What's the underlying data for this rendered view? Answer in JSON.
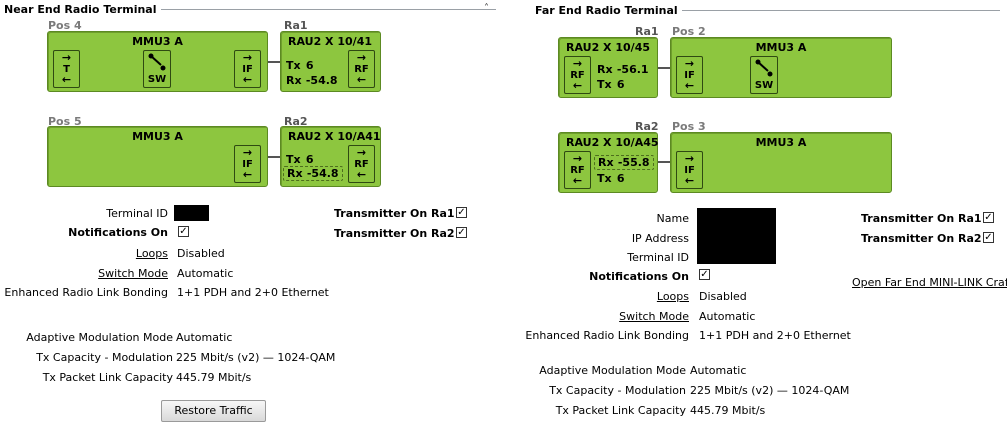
{
  "near": {
    "title": "Near End Radio Terminal",
    "collapse_icon": "chevron-up-icon",
    "pos4": "Pos 4",
    "pos5": "Pos 5",
    "ra1": "Ra1",
    "ra2": "Ra2",
    "mmu_top": {
      "title": "MMU3 A",
      "t_btn": "T",
      "sw_btn": "SW",
      "if_btn": "IF"
    },
    "rau_top": {
      "title": "RAU2 X 10/41",
      "tx_k": "Tx",
      "tx_v": "6",
      "rx_k": "Rx",
      "rx_v": "-54.8",
      "rf_btn": "RF"
    },
    "mmu_bot": {
      "title": "MMU3 A",
      "if_btn": "IF"
    },
    "rau_bot": {
      "title": "RAU2 X 10/A41",
      "tx_k": "Tx",
      "tx_v": "6",
      "rx_k": "Rx",
      "rx_v": "-54.8",
      "rf_btn": "RF"
    },
    "terminal_id_label": "Terminal ID",
    "notifications_label": "Notifications On",
    "loops_label": "Loops",
    "loops_value": "Disabled",
    "switch_mode_label": "Switch Mode",
    "switch_mode_value": "Automatic",
    "bonding_label": "Enhanced Radio Link Bonding",
    "bonding_value": "1+1 PDH and 2+0 Ethernet",
    "adaptive_label": "Adaptive Modulation Mode",
    "adaptive_value": "Automatic",
    "txcap_label": "Tx Capacity - Modulation",
    "txcap_value": "225 Mbit/s (v2) — 1024-QAM",
    "txpkt_label": "Tx Packet Link Capacity",
    "txpkt_value": "445.79 Mbit/s",
    "tx_on_ra1": "Transmitter On Ra1",
    "tx_on_ra2": "Transmitter On Ra2",
    "restore_button": "Restore Traffic"
  },
  "far": {
    "title": "Far End Radio Terminal",
    "ra1": "Ra1",
    "ra2": "Ra2",
    "pos2": "Pos 2",
    "pos3": "Pos 3",
    "rau_top": {
      "title": "RAU2 X 10/45",
      "rx_k": "Rx",
      "rx_v": "-56.1",
      "tx_k": "Tx",
      "tx_v": "6",
      "rf_btn": "RF"
    },
    "mmu_top": {
      "title": "MMU3 A",
      "if_btn": "IF",
      "sw_btn": "SW"
    },
    "rau_bot": {
      "title": "RAU2 X 10/A45",
      "rx_k": "Rx",
      "rx_v": "-55.8",
      "tx_k": "Tx",
      "tx_v": "6",
      "rf_btn": "RF"
    },
    "mmu_bot": {
      "title": "MMU3 A",
      "if_btn": "IF"
    },
    "name_label": "Name",
    "ip_label": "IP Address",
    "terminal_id_label": "Terminal ID",
    "notifications_label": "Notifications On",
    "loops_label": "Loops",
    "loops_value": "Disabled",
    "switch_mode_label": "Switch Mode",
    "switch_mode_value": "Automatic",
    "bonding_label": "Enhanced Radio Link Bonding",
    "bonding_value": "1+1 PDH and 2+0 Ethernet",
    "adaptive_label": "Adaptive Modulation Mode",
    "adaptive_value": "Automatic",
    "txcap_label": "Tx Capacity - Modulation",
    "txcap_value": "225 Mbit/s (v2) — 1024-QAM",
    "txpkt_label": "Tx Packet Link Capacity",
    "txpkt_value": "445.79 Mbit/s",
    "tx_on_ra1": "Transmitter On Ra1",
    "tx_on_ra2": "Transmitter On Ra2",
    "open_craft_link": "Open Far End MINI-LINK Craft"
  },
  "glyphs": {
    "arrow_right": "→",
    "arrow_left": "←",
    "check": "✓",
    "chevron_up": "˄"
  },
  "colors": {
    "unit_green": "#8dc63f",
    "unit_border": "#5c8a22",
    "redacted": "#000000"
  }
}
